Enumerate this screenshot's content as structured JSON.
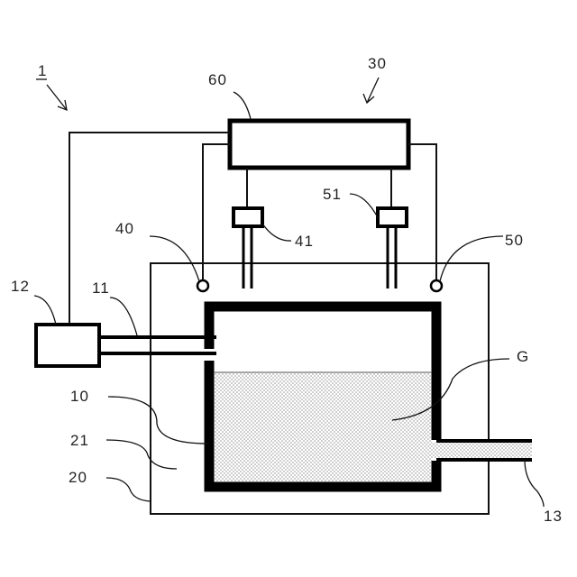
{
  "diagram": {
    "labels": {
      "system": "1",
      "unit": "30",
      "controller": "60",
      "sensor_41": "41",
      "sensor_51": "51",
      "port_40": "40",
      "port_50": "50",
      "pump": "12",
      "pipe_11": "11",
      "tank": "10",
      "space": "21",
      "housing": "20",
      "fluid": "G",
      "outlet": "13"
    },
    "colors": {
      "line": "#000000",
      "fill_dots": "#9a9a9a",
      "background": "#ffffff"
    }
  }
}
